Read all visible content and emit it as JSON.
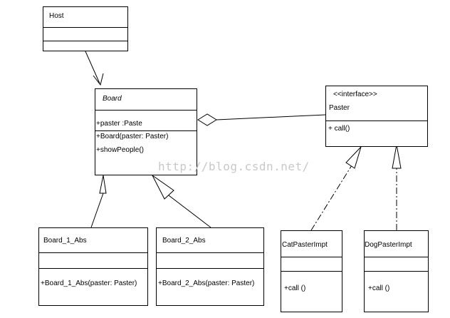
{
  "classes": {
    "host": {
      "name": "Host"
    },
    "board": {
      "name": "Board",
      "attributes": [
        "+paster :Paste"
      ],
      "methods": [
        "+Board(paster: Paster)",
        "+showPeople()"
      ]
    },
    "paster": {
      "stereotype": "<<interface>>",
      "name": "Paster",
      "methods": [
        "+ call()"
      ]
    },
    "board1": {
      "name": "Board_1_Abs",
      "methods": [
        "+Board_1_Abs(paster: Paster)"
      ]
    },
    "board2": {
      "name": "Board_2_Abs",
      "methods": [
        "+Board_2_Abs(paster: Paster)"
      ]
    },
    "cat": {
      "name": "CatPasterImpt",
      "methods": [
        "+call ()"
      ]
    },
    "dog": {
      "name": "DogPasterImpt",
      "methods": [
        "+call ()"
      ]
    }
  },
  "watermark": "http://blog.csdn.net/"
}
